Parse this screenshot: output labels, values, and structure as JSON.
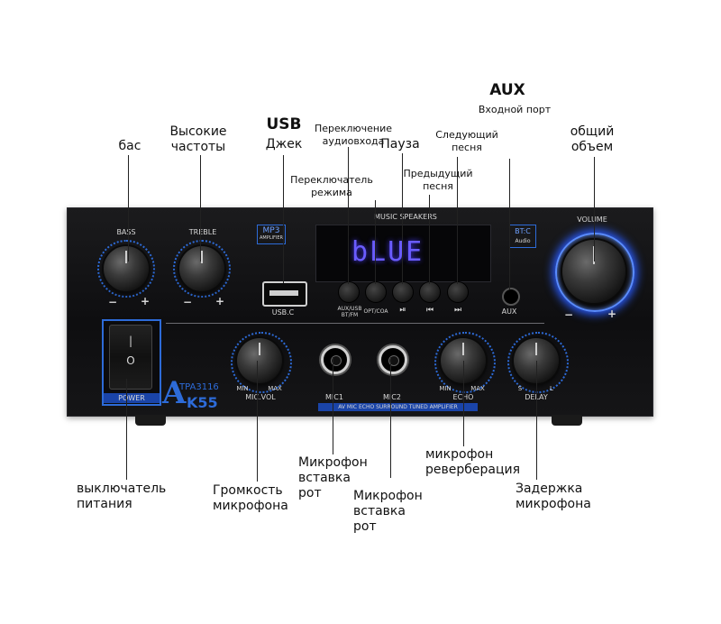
{
  "labels": {
    "bass": "бас",
    "treble": "Высокие\nчастоты",
    "usb_title": "USB",
    "usb_sub": "Джек",
    "mode_switch": "Переключатель\nрежима",
    "input_switch": "Переключение\nаудиовхода",
    "pause": "Пауза",
    "next_song": "Следующий\nпесня",
    "prev_song": "Предыдущий\nпесня",
    "aux_title": "AUX",
    "aux_sub": "Входной порт",
    "total_volume": "общий\nобъем",
    "power_switch": "выключатель\nпитания",
    "mic_volume": "Громкость\nмикрофона",
    "mic1_insert": "Микрофон\nвставка\nрот",
    "mic2_insert": "Микрофон\nвставка\nрот",
    "mic_reverb": "микрофон\nреверберация",
    "mic_delay": "Задержка\nмикрофона"
  },
  "panel": {
    "bass": "BASS",
    "treble": "TREBLE",
    "mp3": "MP3",
    "amplifier": "AMPLIFIER",
    "music_speakers": "MUSIC SPEAKERS",
    "display": "bLUE",
    "bt": "BT:C",
    "bt_audio": "Audio",
    "volume": "VOLUME",
    "usb_c": "USB.C",
    "aux_usb": "AUX/USB\nBT/FM",
    "opt_coa": "OPT/COA",
    "play": "⏯",
    "prev": "⏮",
    "next": "⏭",
    "aux": "AUX",
    "power": "POWER",
    "model_letter": "A",
    "model_chip": "TPA3116",
    "model_num": "K55",
    "min": "MIN",
    "max": "MAX",
    "mic_vol": "MIC.VOL",
    "mic1": "MIC1",
    "mic2": "MIC2",
    "echo": "ECHO",
    "delay": "DELAY",
    "s": "S",
    "l": "L",
    "plus": "+",
    "minus": "−",
    "strip": "AV MIC ECHO SURROUND TUNED AMPLIFIER"
  },
  "colors": {
    "accent": "#2d6bd8",
    "display": "#6a5cff"
  }
}
